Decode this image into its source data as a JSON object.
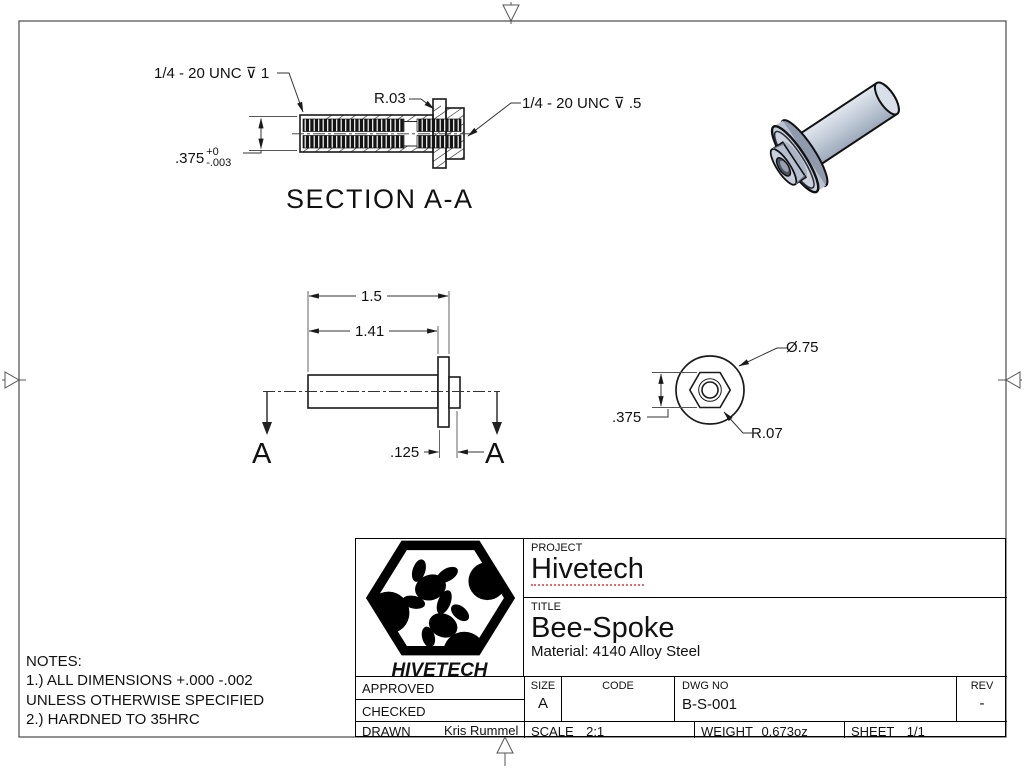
{
  "annotations": {
    "thread_left": "1/4 - 20 UNC ⊽ 1",
    "r03": "R.03",
    "thread_right": "1/4 - 20 UNC ⊽ .5",
    "bore": {
      "value": ".375",
      "tol_plus": "+0",
      "tol_minus": "-.003"
    },
    "section_label": "SECTION A-A",
    "len_total": "1.5",
    "len_shank": "1.41",
    "flange_thk": ".125",
    "section_letter": "A",
    "end_dia": "Ø.75",
    "hex_flats": ".375",
    "corner_radius": "R.07"
  },
  "notes": {
    "lines": [
      "NOTES:",
      "1.) ALL DIMENSIONS +.000 -.002",
      "UNLESS OTHERWISE SPECIFIED",
      "2.) HARDNED TO 35HRC"
    ]
  },
  "title_block": {
    "logo_text": "HIVETECH",
    "project_label": "PROJECT",
    "project": "Hivetech",
    "title_label": "TITLE",
    "title": "Bee-Spoke",
    "material": "Material: 4140 Alloy Steel",
    "approved_label": "APPROVED",
    "checked_label": "CHECKED",
    "drawn_label": "DRAWN",
    "drawn_by": "Kris Rummel",
    "size_label": "SIZE",
    "size": "A",
    "code_label": "CODE",
    "dwg_label": "DWG NO",
    "dwg_no": "B-S-001",
    "rev_label": "REV",
    "rev": "-",
    "scale_label": "SCALE",
    "scale": "2:1",
    "weight_label": "WEIGHT",
    "weight": "0.673oz",
    "sheet_label": "SHEET",
    "sheet": "1/1"
  }
}
